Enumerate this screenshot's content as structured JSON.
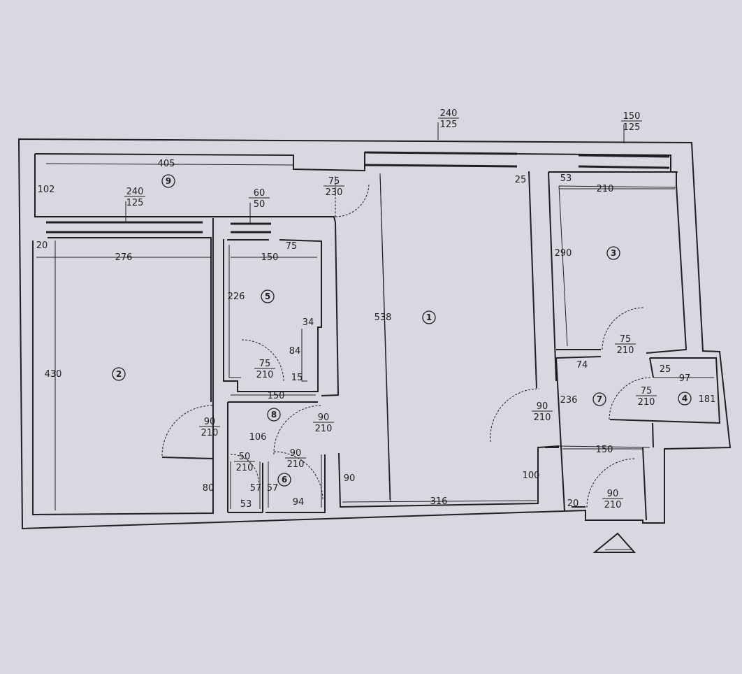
{
  "colors": {
    "paper": "#d7d8e0",
    "ink": "#1f1f24"
  },
  "rooms": [
    {
      "id": "room-1",
      "number": "1",
      "dims": [
        "538",
        "316"
      ]
    },
    {
      "id": "room-2",
      "number": "2",
      "dims": [
        "430",
        "276",
        "20",
        "80"
      ]
    },
    {
      "id": "room-3",
      "number": "3",
      "dims": [
        "290",
        "210",
        "53"
      ]
    },
    {
      "id": "room-4",
      "number": "4",
      "dims": [
        "97",
        "25",
        "181"
      ]
    },
    {
      "id": "room-5",
      "number": "5",
      "dims": [
        "226",
        "150",
        "75",
        "34",
        "84",
        "15"
      ]
    },
    {
      "id": "room-6",
      "number": "6",
      "dims": [
        "57",
        "57",
        "53",
        "94"
      ]
    },
    {
      "id": "room-7",
      "number": "7",
      "dims": [
        "236",
        "74",
        "150",
        "100"
      ]
    },
    {
      "id": "room-8",
      "number": "8",
      "dims": [
        "150",
        "106",
        "90"
      ]
    },
    {
      "id": "room-9",
      "number": "9",
      "dims": [
        "405",
        "102",
        "25",
        "20"
      ]
    }
  ],
  "openings": [
    {
      "id": "window-top-center",
      "width": "240",
      "height": "125"
    },
    {
      "id": "window-top-right",
      "width": "150",
      "height": "125"
    },
    {
      "id": "window-room-2",
      "width": "240",
      "height": "125"
    },
    {
      "id": "window-room-5",
      "width": "60",
      "height": "50"
    },
    {
      "id": "door-9-1",
      "width": "75",
      "height": "230"
    },
    {
      "id": "door-5",
      "width": "75",
      "height": "210"
    },
    {
      "id": "door-2",
      "width": "90",
      "height": "210"
    },
    {
      "id": "door-8-1",
      "width": "90",
      "height": "210"
    },
    {
      "id": "door-wc",
      "width": "50",
      "height": "210"
    },
    {
      "id": "door-6",
      "width": "90",
      "height": "210"
    },
    {
      "id": "door-3",
      "width": "75",
      "height": "210"
    },
    {
      "id": "door-4",
      "width": "75",
      "height": "210"
    },
    {
      "id": "door-7-1",
      "width": "90",
      "height": "210"
    },
    {
      "id": "door-entrance",
      "width": "90",
      "height": "210"
    }
  ]
}
